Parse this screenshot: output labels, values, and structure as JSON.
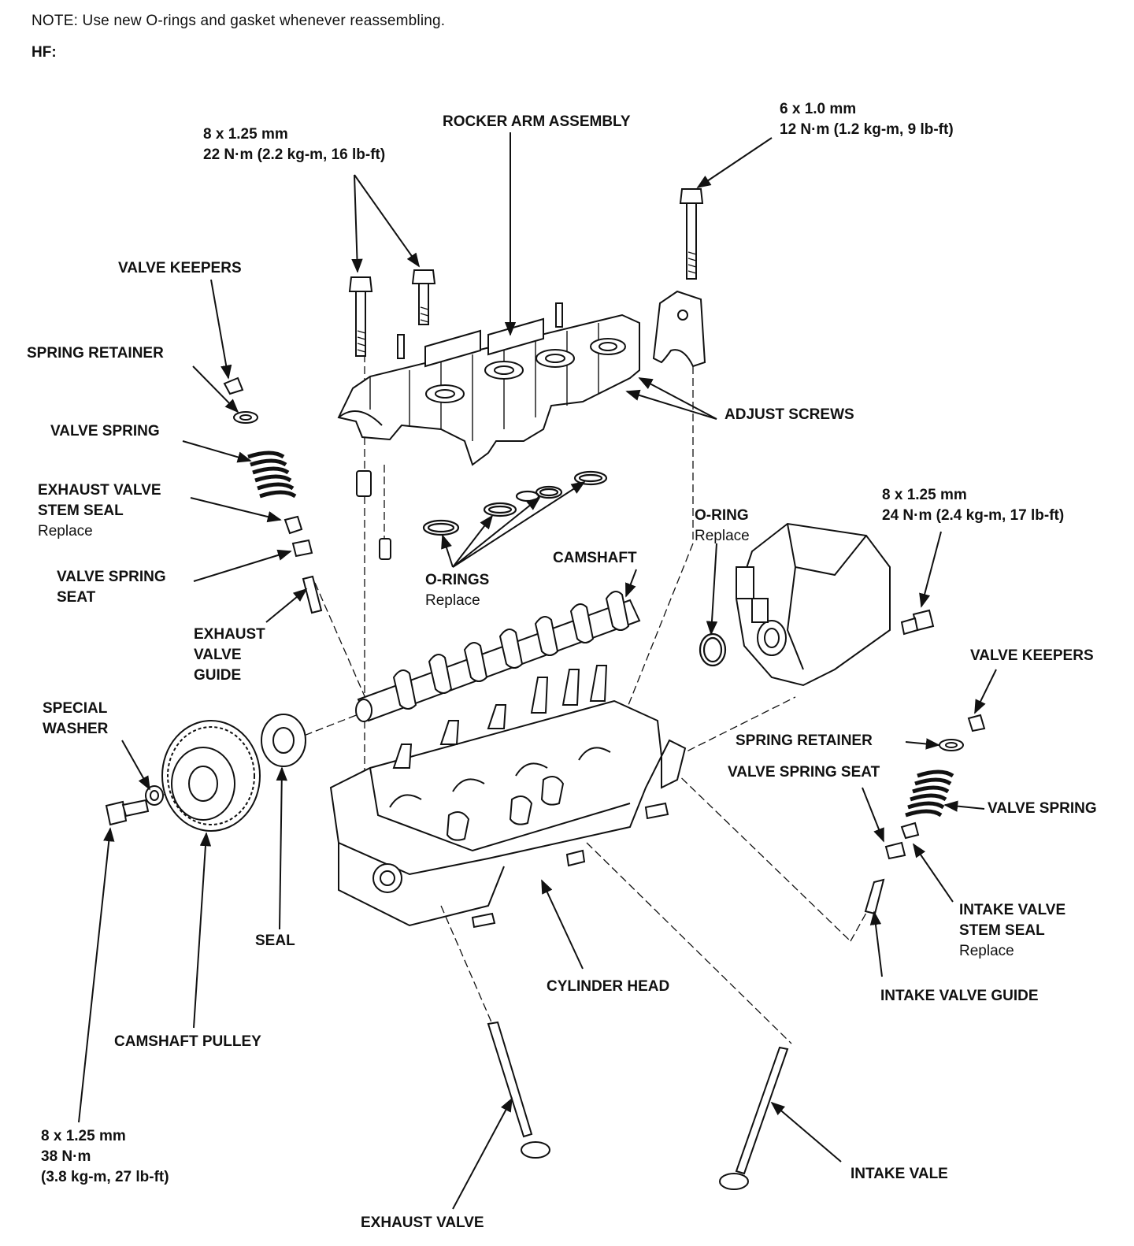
{
  "note": "NOTE: Use new O-rings and gasket whenever reassembling.",
  "model": "HF:",
  "labels": {
    "bolt_rocker": {
      "line1": "8 x 1.25 mm",
      "line2": "22 N·m (2.2 kg-m, 16 lb-ft)"
    },
    "rocker_arm_assembly": "ROCKER ARM ASSEMBLY",
    "bolt_cap": {
      "line1": "6 x 1.0 mm",
      "line2": "12 N·m (1.2 kg-m, 9 lb-ft)"
    },
    "valve_keepers_ex": "VALVE KEEPERS",
    "spring_retainer_ex": "SPRING RETAINER",
    "valve_spring_ex": "VALVE SPRING",
    "adjust_screws": "ADJUST SCREWS",
    "exhaust_stem_seal": {
      "line1": "EXHAUST VALVE",
      "line2": "STEM SEAL",
      "note": "Replace"
    },
    "valve_spring_seat_ex": {
      "line1": "VALVE SPRING",
      "line2": "SEAT"
    },
    "o_rings": {
      "title": "O-RINGS",
      "note": "Replace"
    },
    "camshaft": "CAMSHAFT",
    "o_ring": {
      "title": "O-RING",
      "note": "Replace"
    },
    "bolt_distributor": {
      "line1": "8 x 1.25 mm",
      "line2": "24 N·m (2.4 kg-m, 17 lb-ft)"
    },
    "exhaust_valve_guide": {
      "line1": "EXHAUST",
      "line2": "VALVE",
      "line3": "GUIDE"
    },
    "valve_keepers_in": "VALVE KEEPERS",
    "special_washer": {
      "line1": "SPECIAL",
      "line2": "WASHER"
    },
    "spring_retainer_in": "SPRING RETAINER",
    "valve_spring_seat_in": "VALVE SPRING SEAT",
    "valve_spring_in": "VALVE SPRING",
    "seal": "SEAL",
    "intake_stem_seal": {
      "line1": "INTAKE VALVE",
      "line2": "STEM SEAL",
      "note": "Replace"
    },
    "cylinder_head": "CYLINDER HEAD",
    "intake_valve_guide": "INTAKE VALVE GUIDE",
    "camshaft_pulley": "CAMSHAFT PULLEY",
    "bolt_pulley": {
      "line1": "8 x 1.25 mm",
      "line2": "38 N·m",
      "line3": "(3.8 kg-m, 27 lb-ft)"
    },
    "intake_valve": "INTAKE VALE",
    "exhaust_valve": "EXHAUST VALVE"
  }
}
